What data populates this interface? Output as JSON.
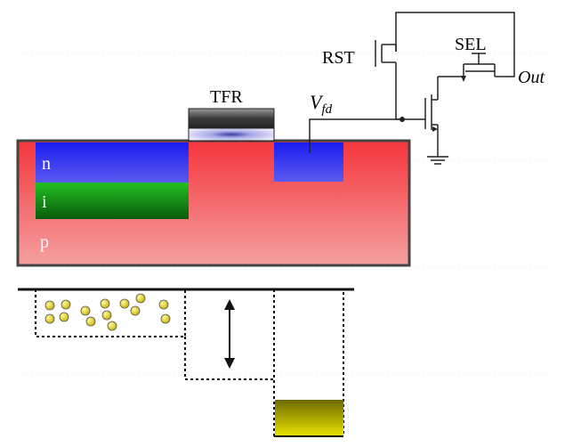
{
  "labels": {
    "n": "n",
    "i": "i",
    "p": "p",
    "tfr": "TFR",
    "rst": "RST",
    "sel": "SEL",
    "out": "Out",
    "vfd_main": "V",
    "vfd_sub": "fd"
  },
  "colors": {
    "substrate": "#f0383e",
    "n_region": "#2a2ae6",
    "i_region": "#1aa01a",
    "fd_region": "#2a2ae6",
    "electron": "#e6dc14",
    "fd_charge": "#c8b800",
    "tfr_body": "#3a3a3a",
    "tfr_gate": "#c9c9ee"
  },
  "icons": {
    "electron": "circle-particle",
    "ground": "ground-symbol",
    "transfer_arrow": "double-headed-arrow"
  }
}
